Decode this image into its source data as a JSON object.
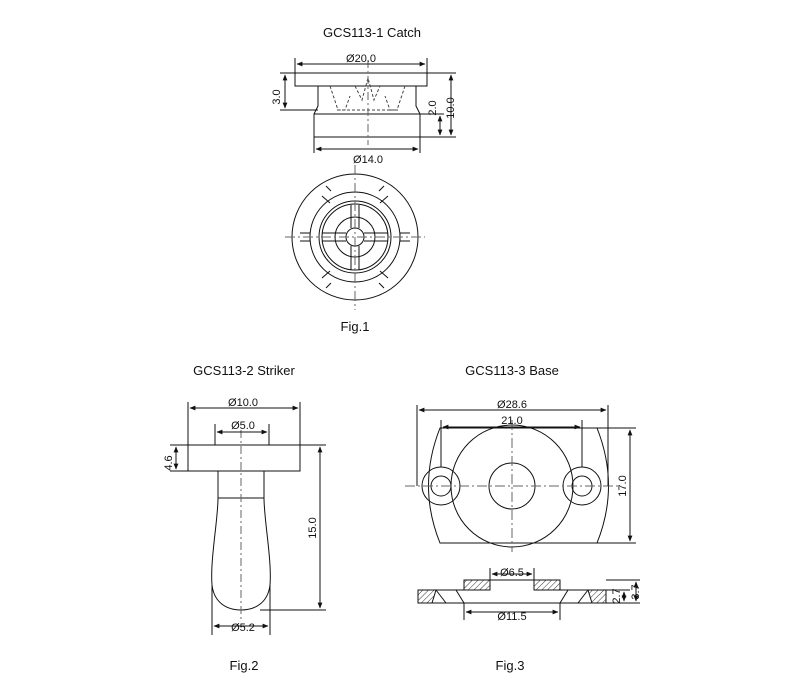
{
  "figures": [
    {
      "caption": "Fig.1",
      "title": "GCS113-1 Catch",
      "dims": {
        "top_dia": "Ø20.0",
        "bottom_dia": "Ø14.0",
        "flange_h": "3.0",
        "lower_h": "2.0",
        "total_h": "10.0"
      }
    },
    {
      "caption": "Fig.2",
      "title": "GCS113-2 Striker",
      "dims": {
        "head_dia": "Ø10.0",
        "inner_dia": "Ø5.0",
        "head_h": "4.6",
        "total_len": "15.0",
        "tip_dia": "Ø5.2"
      }
    },
    {
      "caption": "Fig.3",
      "title": "GCS113-3 Base",
      "dims": {
        "overall_w": "Ø28.6",
        "hole_pitch": "21.0",
        "height": "17.0",
        "boss_dia": "Ø6.5",
        "bore_dia": "Ø11.5",
        "boss_h": "2.7",
        "total_h": "3.7"
      }
    }
  ]
}
